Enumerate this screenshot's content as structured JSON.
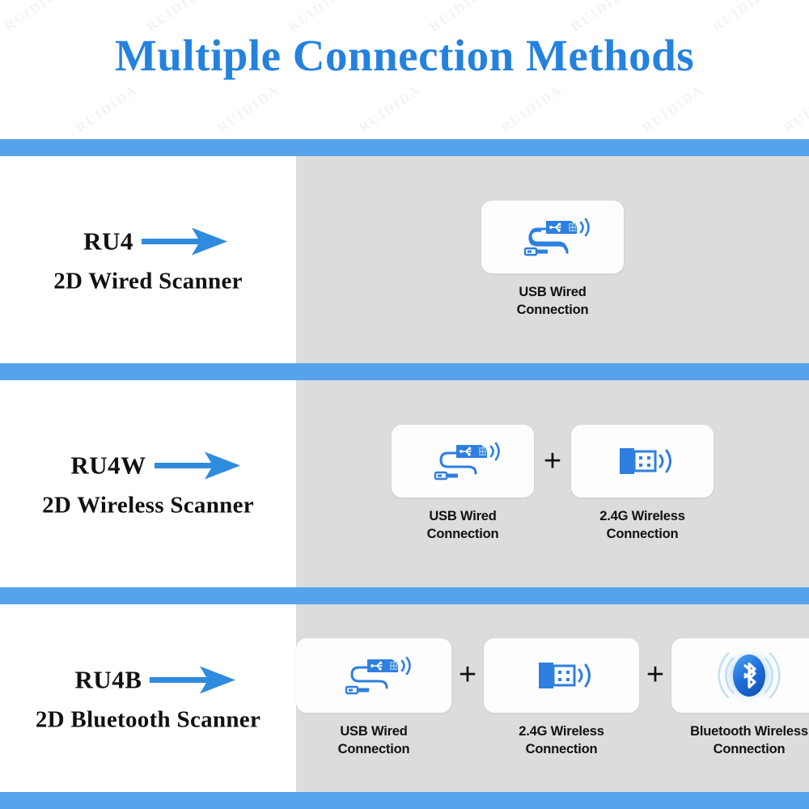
{
  "header": {
    "title": "Multiple Connection Methods",
    "title_color": "#2482DE"
  },
  "theme": {
    "bar_blue": "#56A3EC",
    "panel_gray": "#DCDCDC",
    "icon_blue": "#2E7FE0",
    "arrow_blue": "#2E8BDE",
    "card_white": "#FDFDFD"
  },
  "watermark": {
    "text": "RUIDIDA"
  },
  "rows": [
    {
      "model": "RU4",
      "scanner": "2D Wired Scanner",
      "arrow": "arrow-right",
      "methods": [
        {
          "icon": "usb-cable-icon",
          "label_line1": "USB Wired",
          "label_line2": "Connection"
        }
      ],
      "separators": []
    },
    {
      "model": "RU4W",
      "scanner": "2D Wireless Scanner",
      "arrow": "arrow-right",
      "methods": [
        {
          "icon": "usb-cable-icon",
          "label_line1": "USB Wired",
          "label_line2": "Connection"
        },
        {
          "icon": "usb-dongle-icon",
          "label_line1": "2.4G Wireless",
          "label_line2": "Connection"
        }
      ],
      "separators": [
        "+"
      ]
    },
    {
      "model": "RU4B",
      "scanner": "2D Bluetooth Scanner",
      "arrow": "arrow-right",
      "methods": [
        {
          "icon": "usb-cable-icon",
          "label_line1": "USB Wired",
          "label_line2": "Connection"
        },
        {
          "icon": "usb-dongle-icon",
          "label_line1": "2.4G Wireless",
          "label_line2": "Connection"
        },
        {
          "icon": "bluetooth-icon",
          "label_line1": "Bluetooth Wireless",
          "label_line2": "Connection"
        }
      ],
      "separators": [
        "+",
        "+"
      ]
    }
  ]
}
